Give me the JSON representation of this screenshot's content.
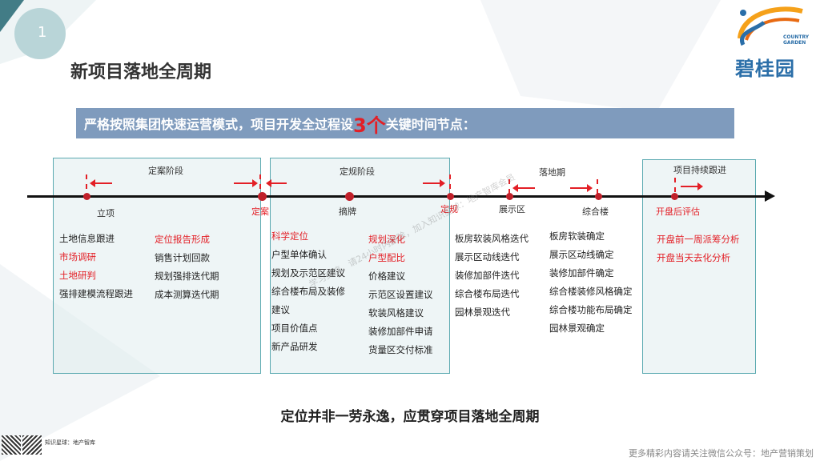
{
  "slide_number": "1",
  "title": "新项目落地全周期",
  "logo": {
    "sub": "COUNTRY\nGARDEN",
    "name": "碧桂园",
    "colors": [
      "#2a6ea8",
      "#f5a11a"
    ]
  },
  "banner": {
    "before": "严格按照集团快速运营模式，项目开发全过程设",
    "highlight": "3个",
    "after": "关键时间节点："
  },
  "stages": [
    "定案阶段",
    "定规阶段",
    "落地期",
    "项目持续跟进"
  ],
  "milestones": [
    {
      "label": "立项",
      "red": false
    },
    {
      "label": "定案",
      "red": true
    },
    {
      "label": "摘牌",
      "red": false
    },
    {
      "label": "定规",
      "red": true
    },
    {
      "label": "展示区",
      "red": false
    },
    {
      "label": "综合楼",
      "red": false
    },
    {
      "label": "开盘后评估",
      "red": true
    }
  ],
  "columns": {
    "c1": [
      {
        "t": "土地信息跟进",
        "red": false
      },
      {
        "t": "市场调研",
        "red": true
      },
      {
        "t": "土地研判",
        "red": true
      },
      {
        "t": "强排建模流程跟进",
        "red": false
      }
    ],
    "c2": [
      {
        "t": "定位报告形成",
        "red": true
      },
      {
        "t": "销售计划回款",
        "red": false
      },
      {
        "t": "规划强排迭代期",
        "red": false
      },
      {
        "t": "成本测算迭代期",
        "red": false
      }
    ],
    "c3": [
      {
        "t": "科学定位",
        "red": true
      },
      {
        "t": "户型单体确认",
        "red": false
      },
      {
        "t": "规划及示范区建议",
        "red": false
      },
      {
        "t": "综合楼布局及装修",
        "red": false
      },
      {
        "t": "建议",
        "red": false
      },
      {
        "t": "项目价值点",
        "red": false
      },
      {
        "t": "新产品研发",
        "red": false
      }
    ],
    "c4": [
      {
        "t": "规划深化",
        "red": true
      },
      {
        "t": "户型配比",
        "red": true
      },
      {
        "t": "价格建议",
        "red": false
      },
      {
        "t": "示范区设置建议",
        "red": false
      },
      {
        "t": "软装风格建议",
        "red": false
      },
      {
        "t": "装修加部件申请",
        "red": false
      },
      {
        "t": "货量区交付标准",
        "red": false
      }
    ],
    "c5": [
      {
        "t": "板房软装风格迭代",
        "red": false
      },
      {
        "t": "展示区动线迭代",
        "red": false
      },
      {
        "t": "装修加部件迭代",
        "red": false
      },
      {
        "t": "综合楼布局迭代",
        "red": false
      },
      {
        "t": "园林景观迭代",
        "red": false
      }
    ],
    "c6": [
      {
        "t": "板房软装确定",
        "red": false
      },
      {
        "t": "展示区动线确定",
        "red": false
      },
      {
        "t": "装修加部件确定",
        "red": false
      },
      {
        "t": "综合楼装修风格确定",
        "red": false
      },
      {
        "t": "综合楼功能布局确定",
        "red": false
      },
      {
        "t": "园林景观确定",
        "red": false
      }
    ],
    "c7": [
      {
        "t": "开盘前一周派筹分析",
        "red": true
      },
      {
        "t": "开盘当天去化分析",
        "red": true
      }
    ]
  },
  "watermarks": [
    "学习交流，请24小时内删除，加入知识星球：地产智库会员"
  ],
  "bottom_text": "定位并非一劳永逸，应贯穿项目落地全周期",
  "footer": "更多精彩内容请关注微信公众号：地产营销策划",
  "qr_caption": "知识星球：地产智库",
  "colors": {
    "red": "#e31f26",
    "banner": "#7f9bbd",
    "box_border": "#5aa9b0"
  }
}
